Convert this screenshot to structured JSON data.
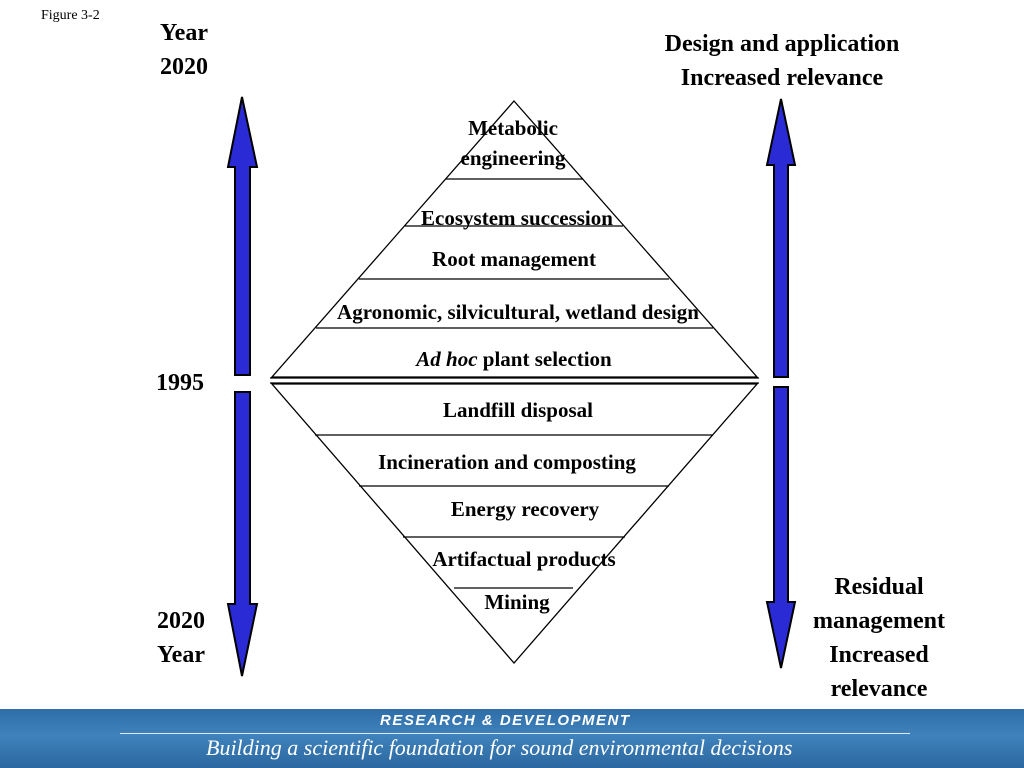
{
  "figure_label": "Figure 3-2",
  "left_axis": {
    "top_label": [
      "Year",
      "2020"
    ],
    "middle_label": "1995",
    "bottom_label": [
      "2020",
      "Year"
    ]
  },
  "right_axis": {
    "top_label": [
      "Design and application",
      "Increased relevance"
    ],
    "bottom_label": [
      "Residual",
      "management",
      "Increased",
      "relevance"
    ]
  },
  "upper_triangle_levels": [
    {
      "line1": "Metabolic",
      "line2": "engineering"
    },
    {
      "text": "Ecosystem succession"
    },
    {
      "text": "Root management"
    },
    {
      "text": "Agronomic, silvicultural, wetland design"
    },
    {
      "italic_part": "Ad hoc",
      "text": " plant selection"
    }
  ],
  "lower_triangle_levels": [
    {
      "text": "Landfill disposal"
    },
    {
      "text": "Incineration and composting"
    },
    {
      "text": "Energy recovery"
    },
    {
      "text": "Artifactual products"
    },
    {
      "text": "Mining"
    }
  ],
  "colors": {
    "arrow_fill": "#2b2bd6",
    "arrow_stroke": "#000000",
    "banner": "#3a7cb8"
  },
  "banner": {
    "heading": "RESEARCH &  DEVELOPMENT",
    "subtitle": "Building a scientific foundation for sound environmental decisions"
  }
}
